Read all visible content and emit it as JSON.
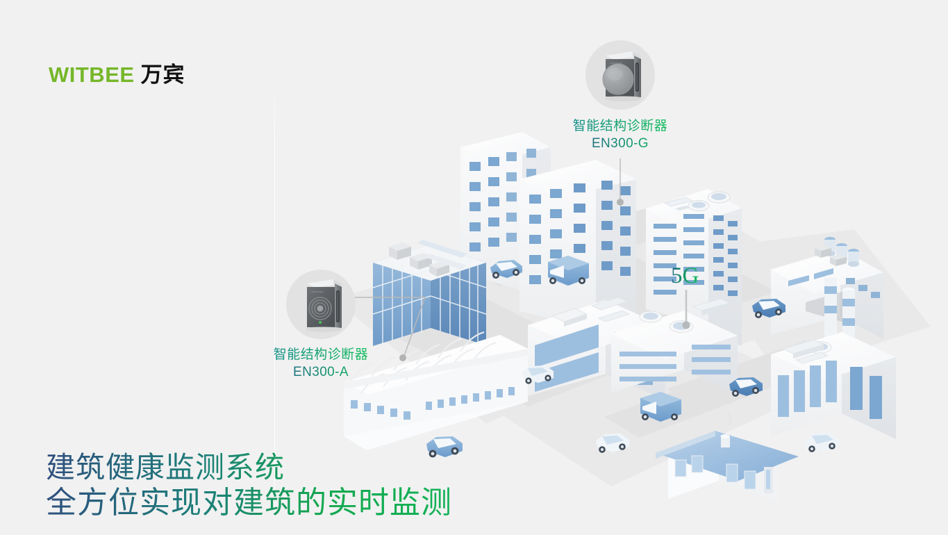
{
  "brand": {
    "name_en": "WITBEE",
    "name_cn": "万宾",
    "color_en": "#76b72a",
    "color_cn": "#111111"
  },
  "headline": {
    "line1": "建筑健康监测系统",
    "line2": "全方位实现对建筑的实时监测",
    "gradient_from": "#2f4f7e",
    "gradient_to": "#12b357"
  },
  "callouts": [
    {
      "id": "en300-g",
      "title": "智能结构诊断器",
      "model": "EN300-G",
      "icon": "structure-diagnostic-device-g"
    },
    {
      "id": "en300-a",
      "title": "智能结构诊断器",
      "model": "EN300-A",
      "icon": "structure-diagnostic-device-a"
    }
  ],
  "annotations": {
    "network_tag": "5G"
  },
  "illustration": {
    "type": "isometric-smart-city",
    "background": "#f1f1f1",
    "palette": {
      "ground": "#ededed",
      "road": "#e4e4e4",
      "building_light": "#fafafa",
      "building_shade": "#e7e9eb",
      "window_blue": "#7ba7d0",
      "window_blue_light": "#a9c6e2",
      "vehicle_blue": "#7ea9d2",
      "vehicle_blue_dark": "#4d7fb5",
      "device_gray": "#5c6063"
    },
    "elements": [
      "office-towers",
      "glass-office-block",
      "industrial-plant",
      "greenhouse",
      "suburban-house",
      "warehouse",
      "cars",
      "delivery-vans",
      "smokestacks",
      "rooftop-hvac",
      "satellite-dishes",
      "solar-panels"
    ]
  }
}
